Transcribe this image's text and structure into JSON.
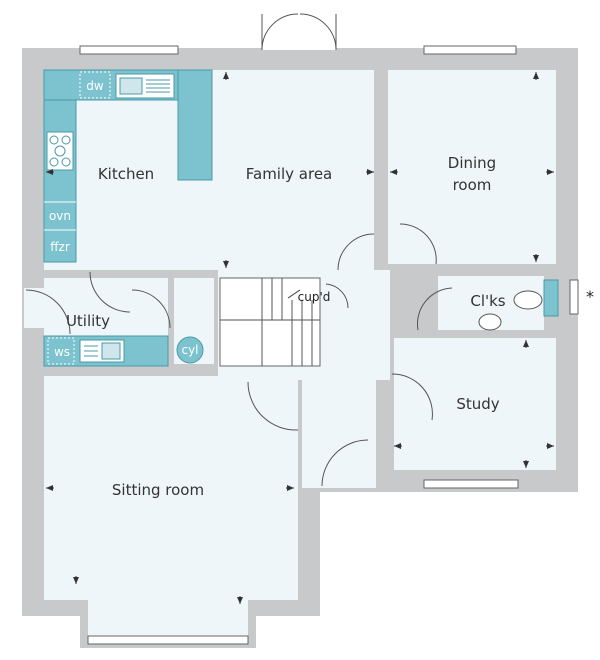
{
  "colors": {
    "wall": "#c7c9cb",
    "floor": "#eef6f9",
    "units": "#7cc3cf",
    "unit_outline": "#4a9aa7",
    "text": "#333333"
  },
  "rooms": {
    "kitchen": "Kitchen",
    "family_area": "Family area",
    "dining_line1": "Dining",
    "dining_line2": "room",
    "utility": "Utility",
    "cloakroom": "Cl'ks",
    "study": "Study",
    "sitting_room": "Sitting room"
  },
  "fixtures": {
    "dishwasher": "dw",
    "oven": "ovn",
    "fridge_freezer": "ffzr",
    "washing_machine": "ws",
    "cylinder": "cyl",
    "cupboard": "cup'd"
  },
  "footnote_marker": "*",
  "icons": [
    "sink-icon",
    "hob-icon",
    "toilet-icon",
    "basin-icon",
    "door-icon",
    "window-icon",
    "staircase-icon",
    "dimension-arrow-icon"
  ]
}
